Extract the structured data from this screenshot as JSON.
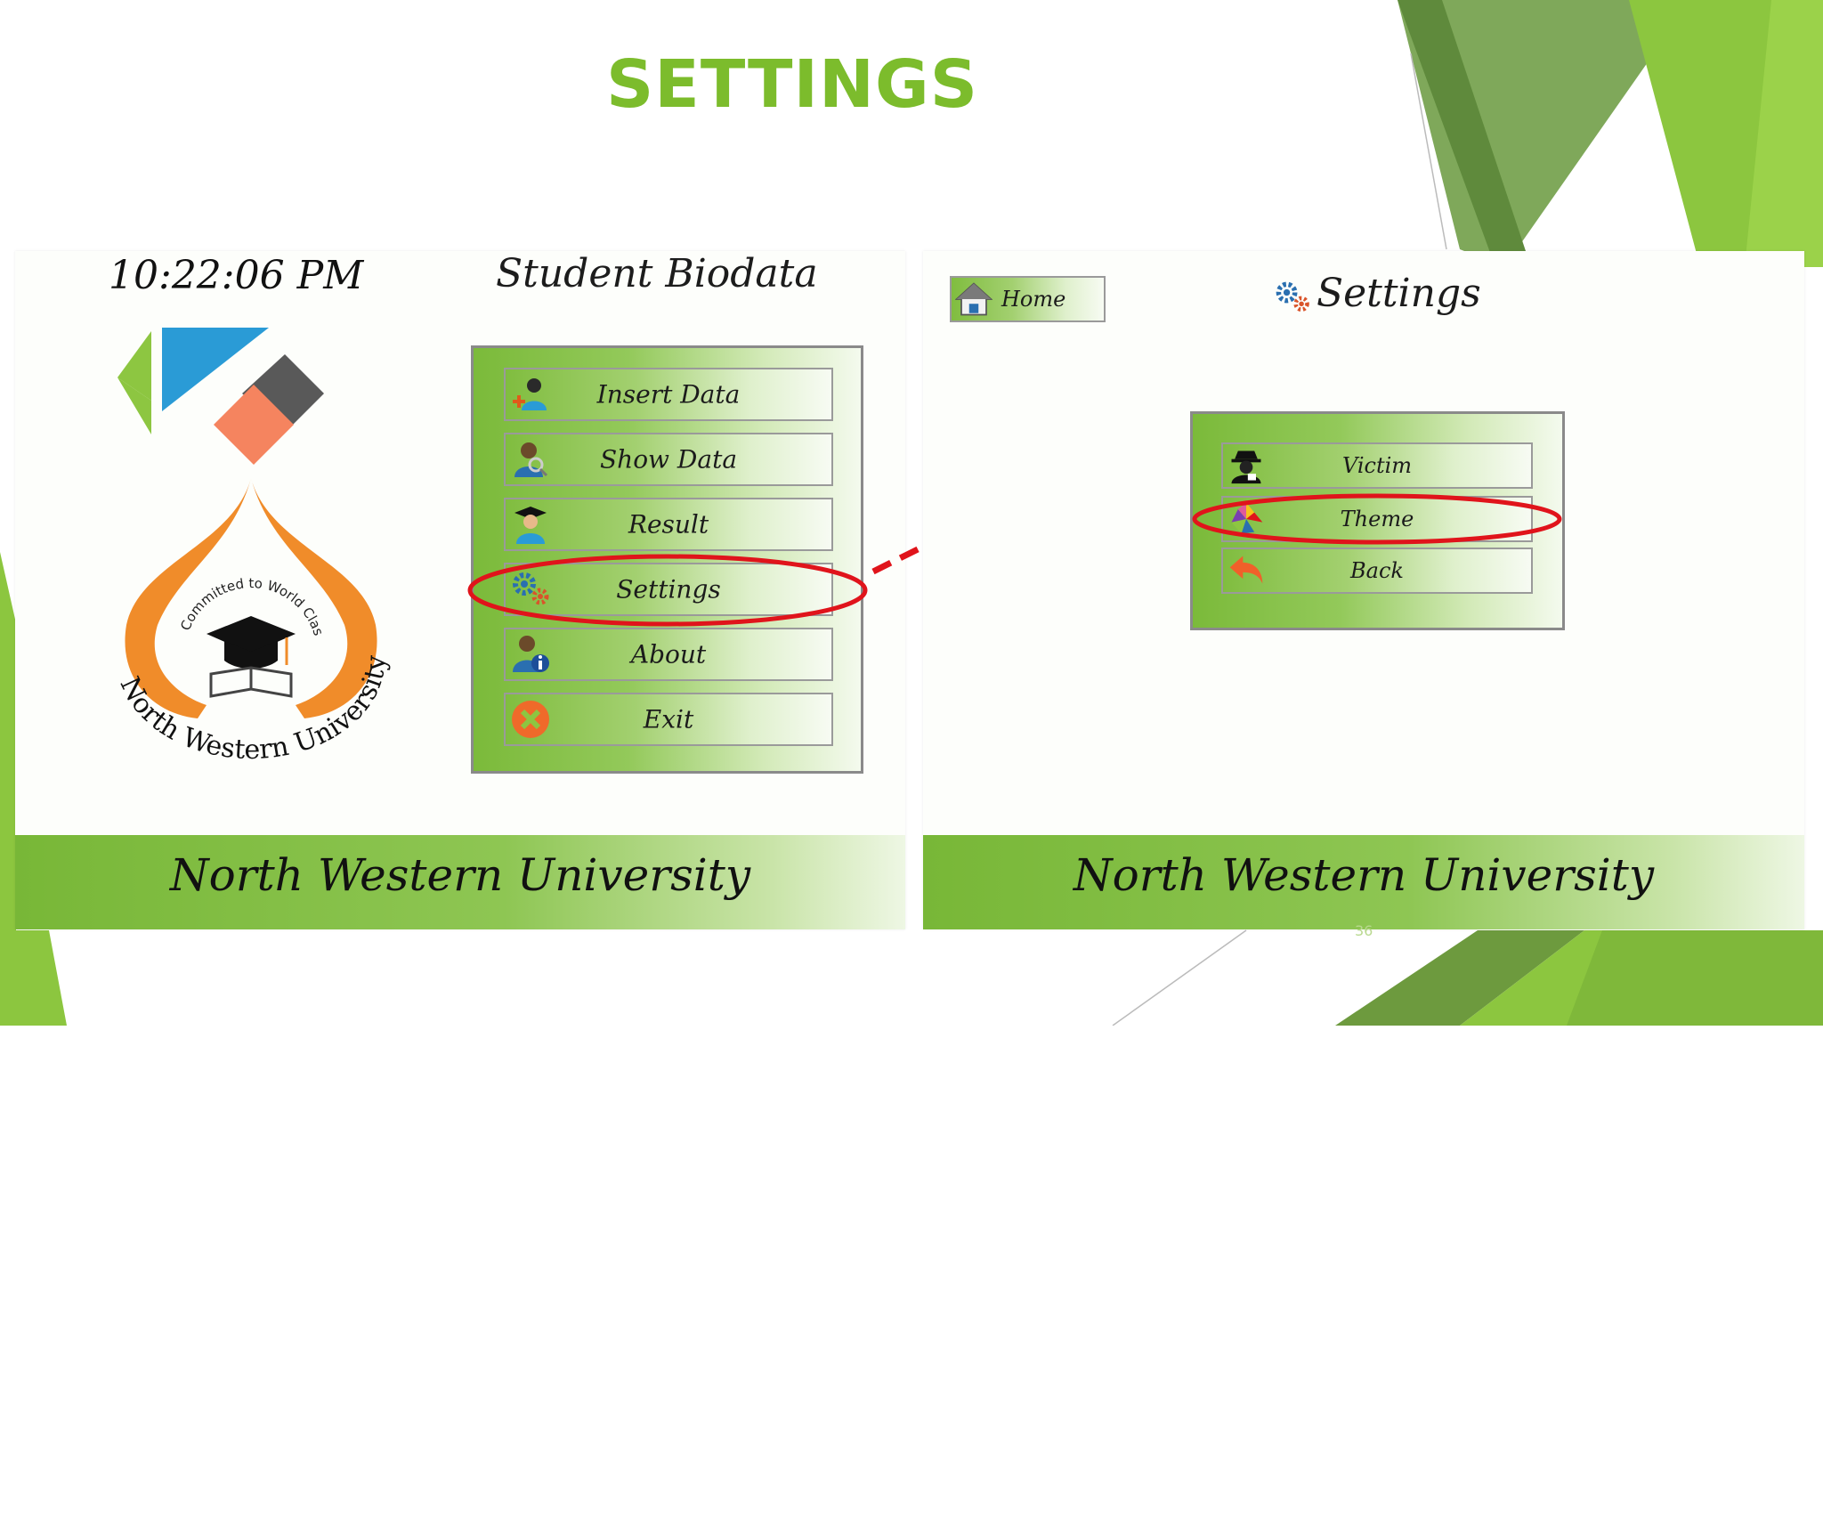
{
  "slide": {
    "title": "SETTINGS",
    "page_number": "36"
  },
  "left_screen": {
    "clock": "10:22:06 PM",
    "heading": "Student Biodata",
    "logo": {
      "ring_text": "Committed to World Class Education",
      "name_text": "North Western University"
    },
    "menu": [
      {
        "label": "Insert Data",
        "icon": "add-user-icon"
      },
      {
        "label": "Show Data",
        "icon": "search-user-icon"
      },
      {
        "label": "Result",
        "icon": "graduate-icon"
      },
      {
        "label": "Settings",
        "icon": "gears-icon"
      },
      {
        "label": "About",
        "icon": "info-user-icon"
      },
      {
        "label": "Exit",
        "icon": "close-icon"
      }
    ],
    "footer": "North Western University"
  },
  "right_screen": {
    "home_label": "Home",
    "heading": "Settings",
    "menu": [
      {
        "label": "Victim",
        "icon": "spy-icon"
      },
      {
        "label": "Theme",
        "icon": "palette-icon"
      },
      {
        "label": "Back",
        "icon": "back-arrow-icon"
      }
    ],
    "footer": "North Western University"
  },
  "colors": {
    "accent_green": "#7cbc2c",
    "highlight_red": "#e0141b"
  }
}
